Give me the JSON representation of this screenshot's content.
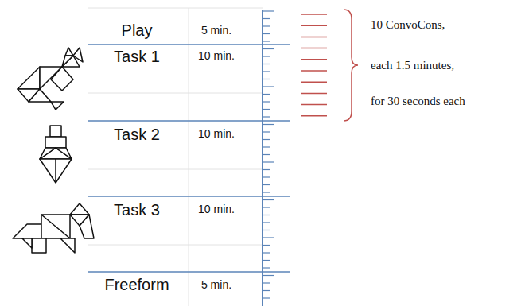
{
  "diagram": {
    "labels": [
      "Play",
      "5 min.",
      "Task 1",
      "10 min.",
      "Task 2",
      "10 min.",
      "Task 3",
      "10 min.",
      "Freeform",
      "5 min.",
      "10 ConvoCons,",
      "each 1.5 minutes,",
      "for 30 seconds each"
    ]
  }
}
